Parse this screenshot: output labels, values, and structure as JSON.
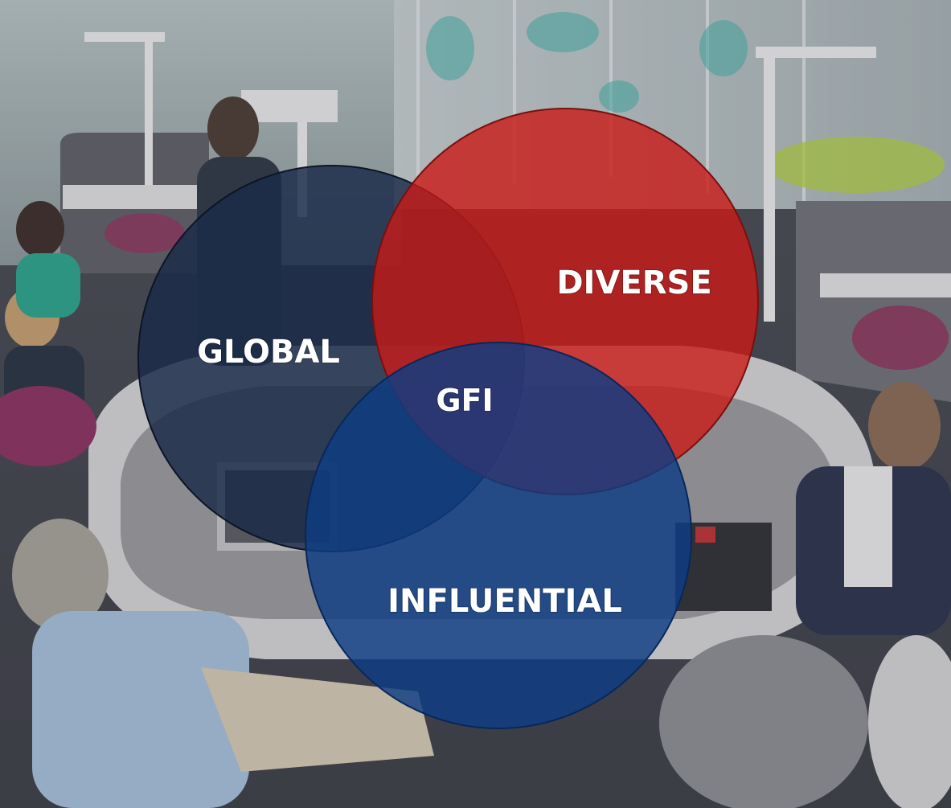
{
  "venn": {
    "sets": [
      {
        "id": "global",
        "label": "GLOBAL",
        "color": "#1a2a48"
      },
      {
        "id": "diverse",
        "label": "DIVERSE",
        "color": "#c91a17"
      },
      {
        "id": "influential",
        "label": "INFLUENTIAL",
        "color": "#0d3d84"
      }
    ],
    "center_label": "GFI"
  },
  "background": {
    "description_icon": "office-collaboration-photo"
  }
}
